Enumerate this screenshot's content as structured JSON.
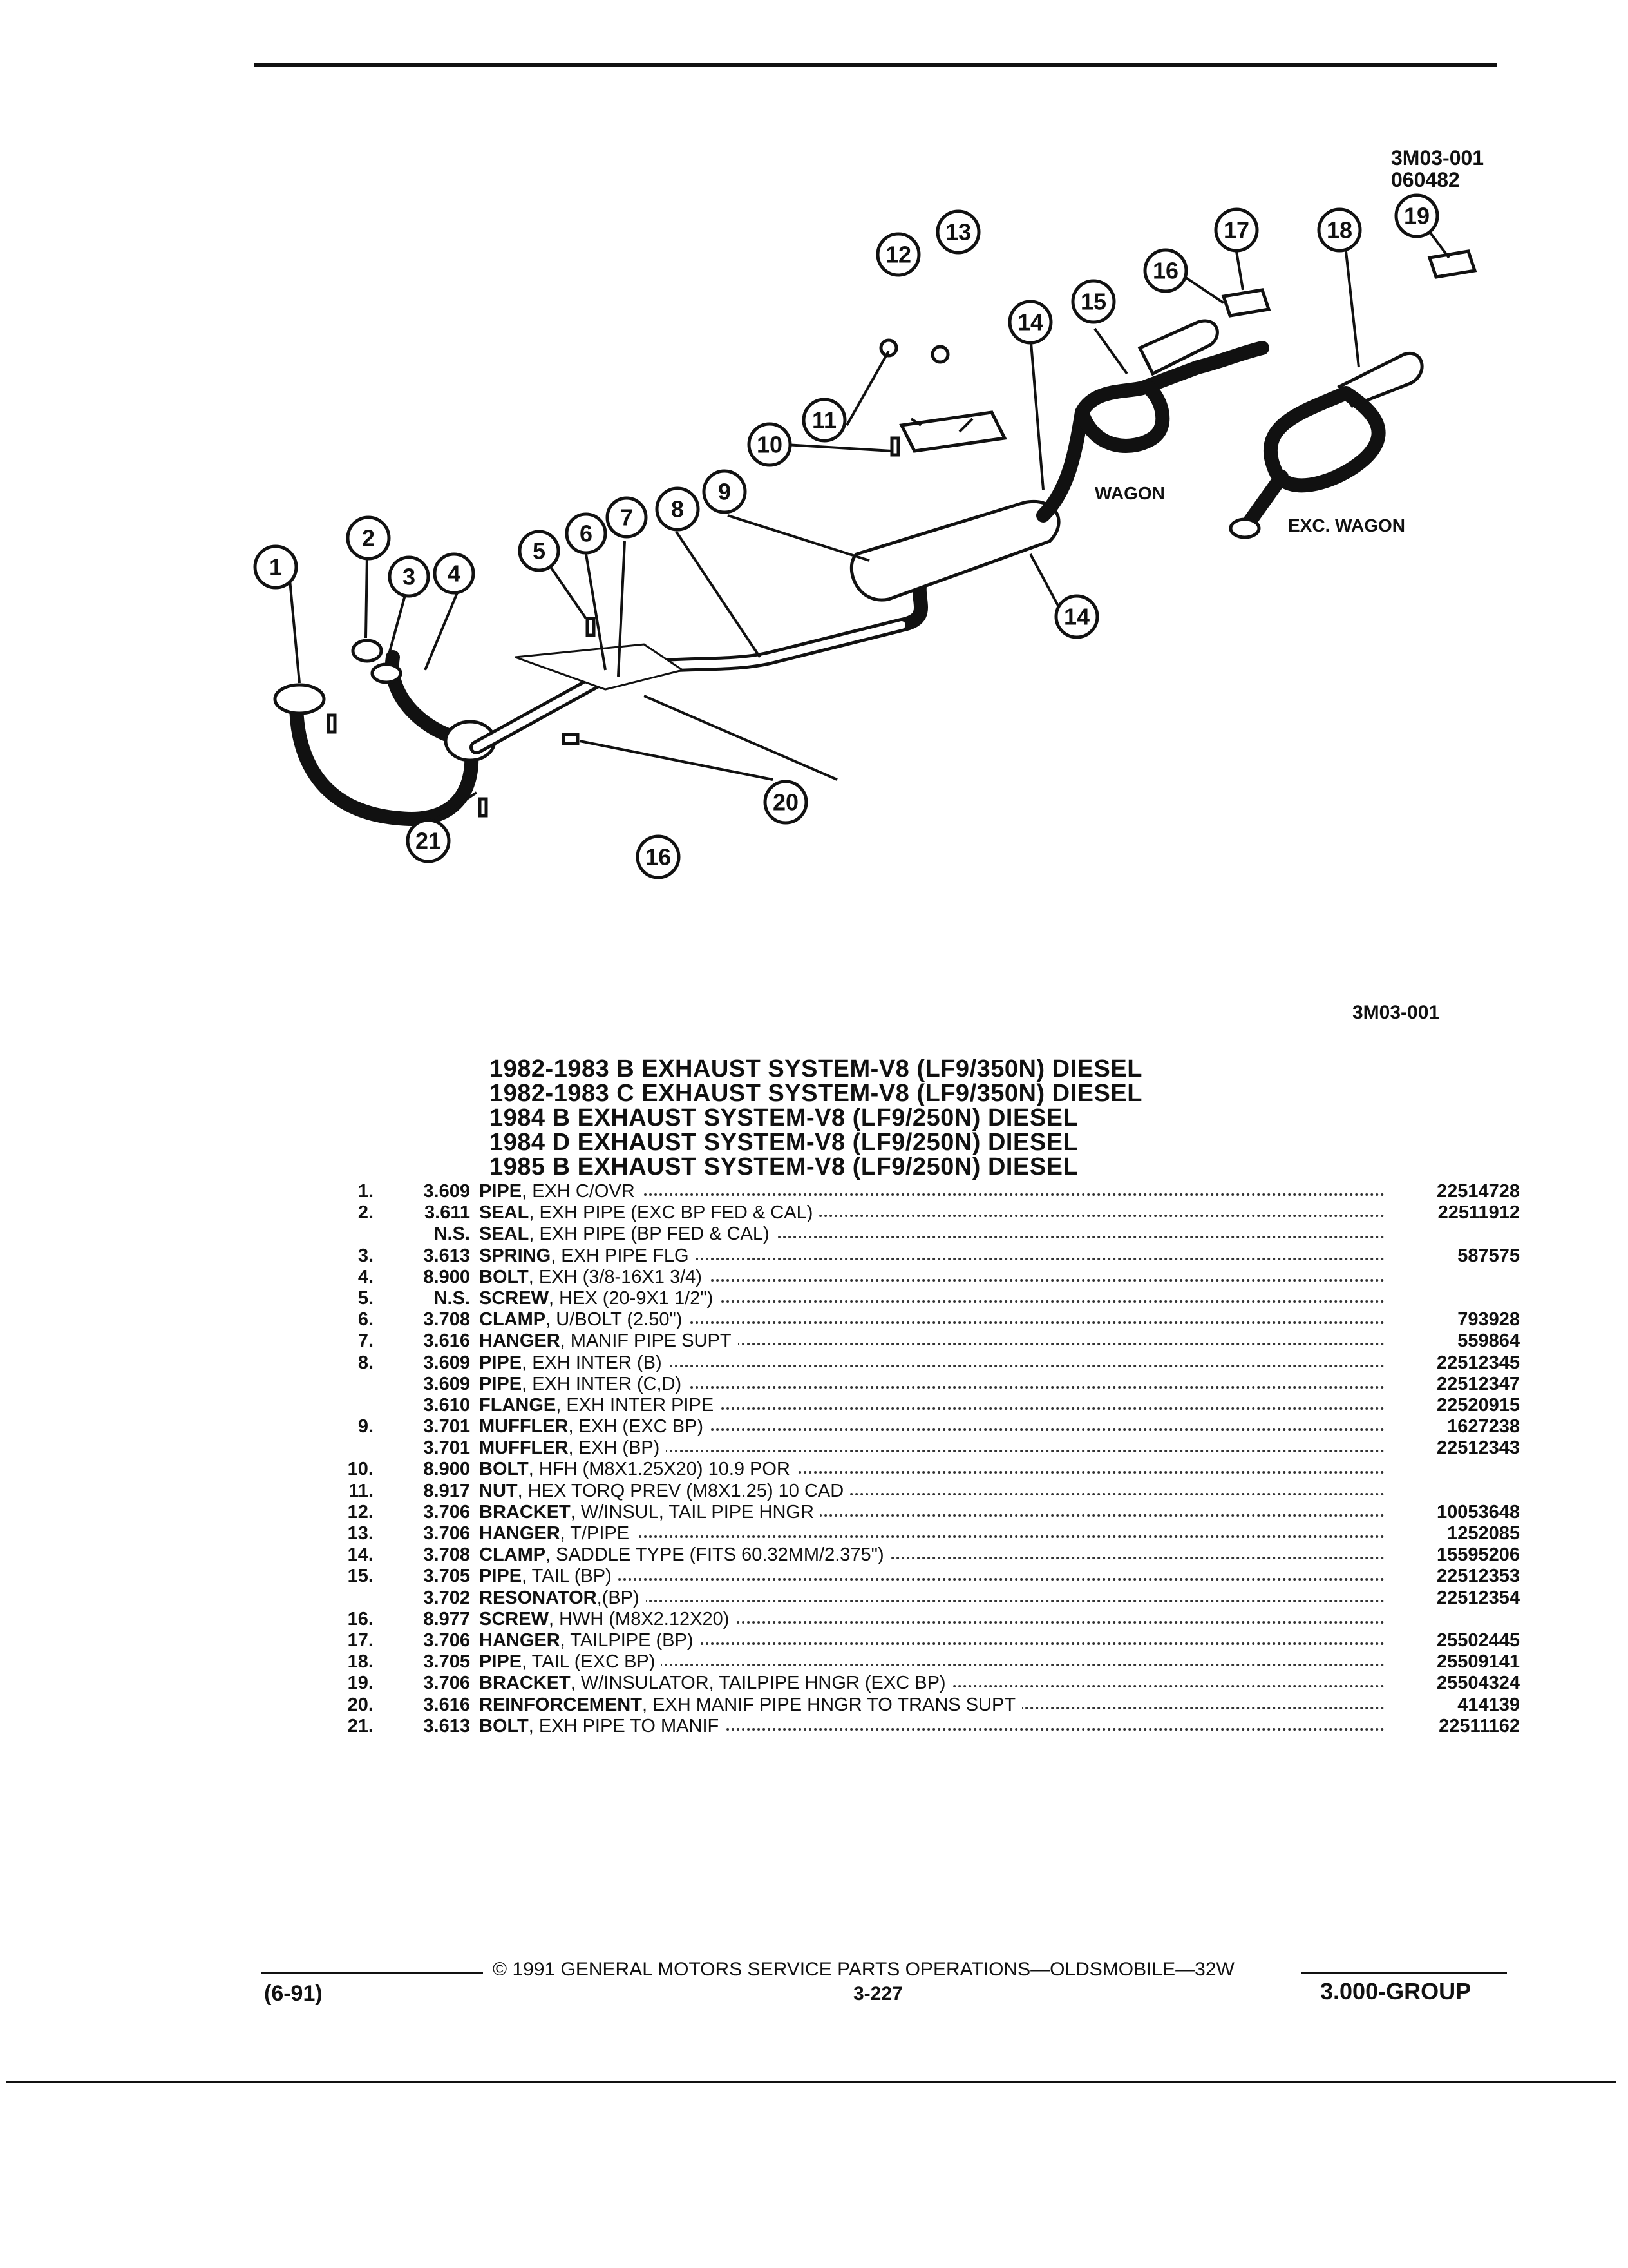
{
  "header": {
    "figure_id": "3M03-001",
    "figure_date": "060482"
  },
  "diagram": {
    "labels": {
      "wagon": "WAGON",
      "exc_wagon": "EXC. WAGON"
    },
    "callouts": [
      "1",
      "2",
      "3",
      "4",
      "5",
      "6",
      "7",
      "8",
      "9",
      "10",
      "11",
      "12",
      "13",
      "14",
      "14",
      "15",
      "16",
      "16",
      "17",
      "18",
      "19",
      "20",
      "21"
    ]
  },
  "table_ref": "3M03-001",
  "titles": [
    "1982-1983 B EXHAUST SYSTEM-V8 (LF9/350N) DIESEL",
    "1982-1983 C EXHAUST SYSTEM-V8 (LF9/350N) DIESEL",
    "1984 B EXHAUST SYSTEM-V8 (LF9/250N) DIESEL",
    "1984 D EXHAUST SYSTEM-V8 (LF9/250N) DIESEL",
    "1985 B EXHAUST SYSTEM-V8 (LF9/250N) DIESEL"
  ],
  "parts": [
    {
      "item": "1.",
      "code": "3.609",
      "name": "PIPE",
      "detail": ", EXH C/OVR",
      "pn": "22514728"
    },
    {
      "item": "2.",
      "code": "3.611",
      "name": "SEAL",
      "detail": ", EXH PIPE (EXC BP FED & CAL)",
      "pn": "22511912"
    },
    {
      "item": "",
      "code": "N.S.",
      "name": "SEAL",
      "detail": ", EXH PIPE (BP FED & CAL)",
      "pn": ""
    },
    {
      "item": "3.",
      "code": "3.613",
      "name": "SPRING",
      "detail": ", EXH PIPE FLG",
      "pn": "587575"
    },
    {
      "item": "4.",
      "code": "8.900",
      "name": "BOLT",
      "detail": ", EXH (3/8-16X1 3/4)",
      "pn": ""
    },
    {
      "item": "5.",
      "code": "N.S.",
      "name": "SCREW",
      "detail": ", HEX (20-9X1 1/2\")",
      "pn": ""
    },
    {
      "item": "6.",
      "code": "3.708",
      "name": "CLAMP",
      "detail": ", U/BOLT (2.50\")",
      "pn": "793928"
    },
    {
      "item": "7.",
      "code": "3.616",
      "name": "HANGER",
      "detail": ", MANIF PIPE SUPT",
      "pn": "559864"
    },
    {
      "item": "8.",
      "code": "3.609",
      "name": "PIPE",
      "detail": ", EXH INTER (B)",
      "pn": "22512345"
    },
    {
      "item": "",
      "code": "3.609",
      "name": "PIPE",
      "detail": ", EXH INTER (C,D)",
      "pn": "22512347"
    },
    {
      "item": "",
      "code": "3.610",
      "name": "FLANGE",
      "detail": ", EXH INTER PIPE",
      "pn": "22520915"
    },
    {
      "item": "9.",
      "code": "3.701",
      "name": "MUFFLER",
      "detail": ", EXH (EXC BP)",
      "pn": "1627238"
    },
    {
      "item": "",
      "code": "3.701",
      "name": "MUFFLER",
      "detail": ", EXH (BP)",
      "pn": "22512343"
    },
    {
      "item": "10.",
      "code": "8.900",
      "name": "BOLT",
      "detail": ", HFH (M8X1.25X20) 10.9 POR",
      "pn": ""
    },
    {
      "item": "11.",
      "code": "8.917",
      "name": "NUT",
      "detail": ", HEX TORQ PREV (M8X1.25) 10 CAD",
      "pn": ""
    },
    {
      "item": "12.",
      "code": "3.706",
      "name": "BRACKET",
      "detail": ", W/INSUL, TAIL PIPE HNGR",
      "pn": "10053648"
    },
    {
      "item": "13.",
      "code": "3.706",
      "name": "HANGER",
      "detail": ", T/PIPE",
      "pn": "1252085"
    },
    {
      "item": "14.",
      "code": "3.708",
      "name": "CLAMP",
      "detail": ", SADDLE TYPE (FITS 60.32MM/2.375\")",
      "pn": "15595206"
    },
    {
      "item": "15.",
      "code": "3.705",
      "name": "PIPE",
      "detail": ", TAIL (BP)",
      "pn": "22512353"
    },
    {
      "item": "",
      "code": "3.702",
      "name": "RESONATOR",
      "detail": ",(BP)",
      "pn": "22512354"
    },
    {
      "item": "16.",
      "code": "8.977",
      "name": "SCREW",
      "detail": ", HWH (M8X2.12X20)",
      "pn": ""
    },
    {
      "item": "17.",
      "code": "3.706",
      "name": "HANGER",
      "detail": ", TAILPIPE (BP)",
      "pn": "25502445"
    },
    {
      "item": "18.",
      "code": "3.705",
      "name": "PIPE",
      "detail": ", TAIL (EXC BP)",
      "pn": "25509141"
    },
    {
      "item": "19.",
      "code": "3.706",
      "name": "BRACKET",
      "detail": ", W/INSULATOR, TAILPIPE HNGR (EXC BP)",
      "pn": "25504324"
    },
    {
      "item": "20.",
      "code": "3.616",
      "name": "REINFORCEMENT",
      "detail": ", EXH MANIF PIPE HNGR TO TRANS SUPT",
      "pn": "414139"
    },
    {
      "item": "21.",
      "code": "3.613",
      "name": "BOLT",
      "detail": ", EXH PIPE TO MANIF",
      "pn": "22511162"
    }
  ],
  "footer": {
    "date": "(6-91)",
    "copyright": "© 1991 GENERAL MOTORS SERVICE PARTS OPERATIONS—OLDSMOBILE—32W",
    "page": "3-227",
    "group": "3.000-GROUP"
  }
}
